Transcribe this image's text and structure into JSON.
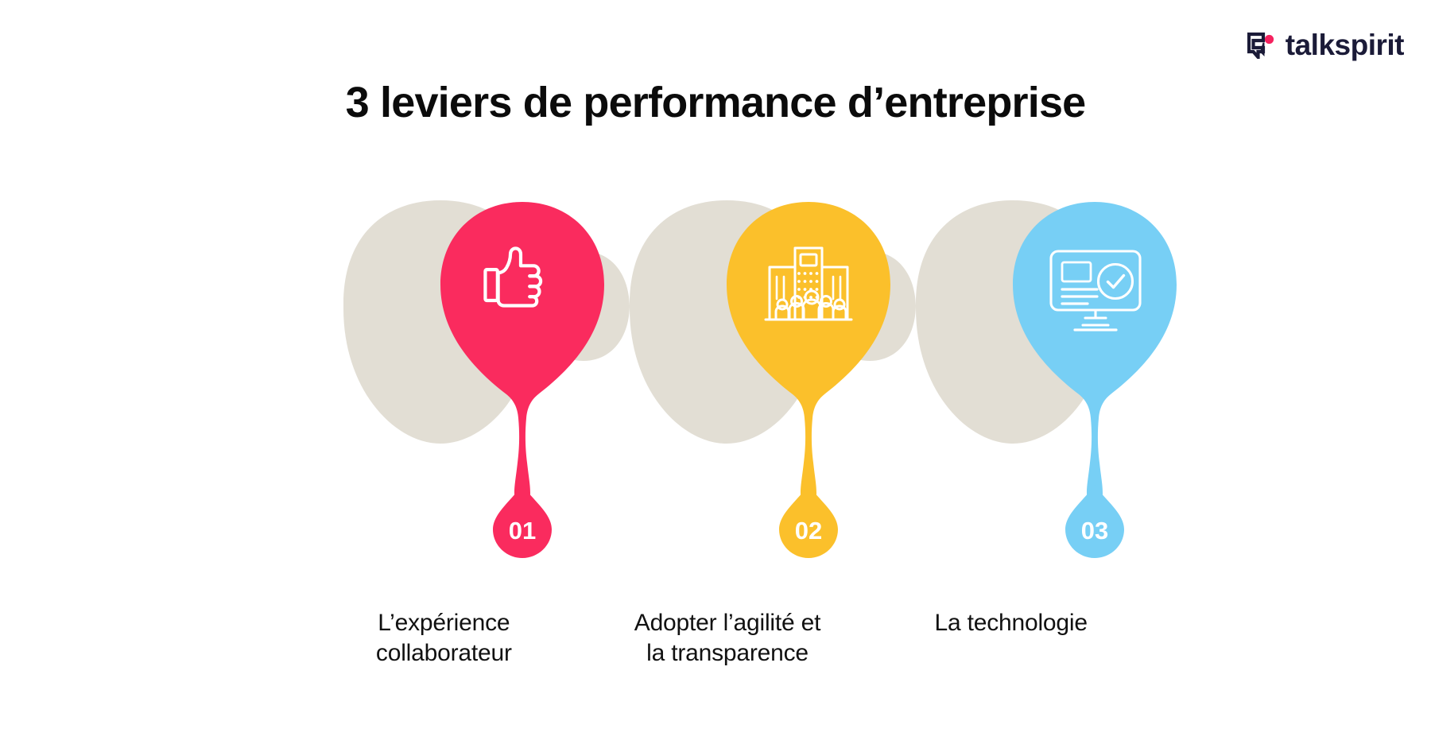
{
  "brand": {
    "name": "talkspirit",
    "mark_icon": "speech-bubble-icon",
    "mark_color": "#1B1B38",
    "dot_color": "#F5225F"
  },
  "header": {
    "title": "3 leviers de performance d’entreprise"
  },
  "theme": {
    "background": "#FFFFFF",
    "blob": "#E2DED4",
    "title_color": "#0B0B0B",
    "caption_color": "#111111",
    "badge_label_color": "#FFFFFF"
  },
  "levers": [
    {
      "number": "01",
      "label": "L’expérience\ncollaborateur",
      "label_line1": "L’expérience",
      "label_line2": "collaborateur",
      "color": "#FA2B5E",
      "icon": "thumbs-up-icon"
    },
    {
      "number": "02",
      "label": "Adopter l’agilité et\nla transparence",
      "label_line1": "Adopter l’agilité et",
      "label_line2": "la transparence",
      "color": "#FBC02B",
      "icon": "office-building-people-icon"
    },
    {
      "number": "03",
      "label": "La technologie",
      "label_line1": "La technologie",
      "label_line2": "",
      "color": "#77CFF5",
      "icon": "monitor-checkmark-icon"
    }
  ]
}
